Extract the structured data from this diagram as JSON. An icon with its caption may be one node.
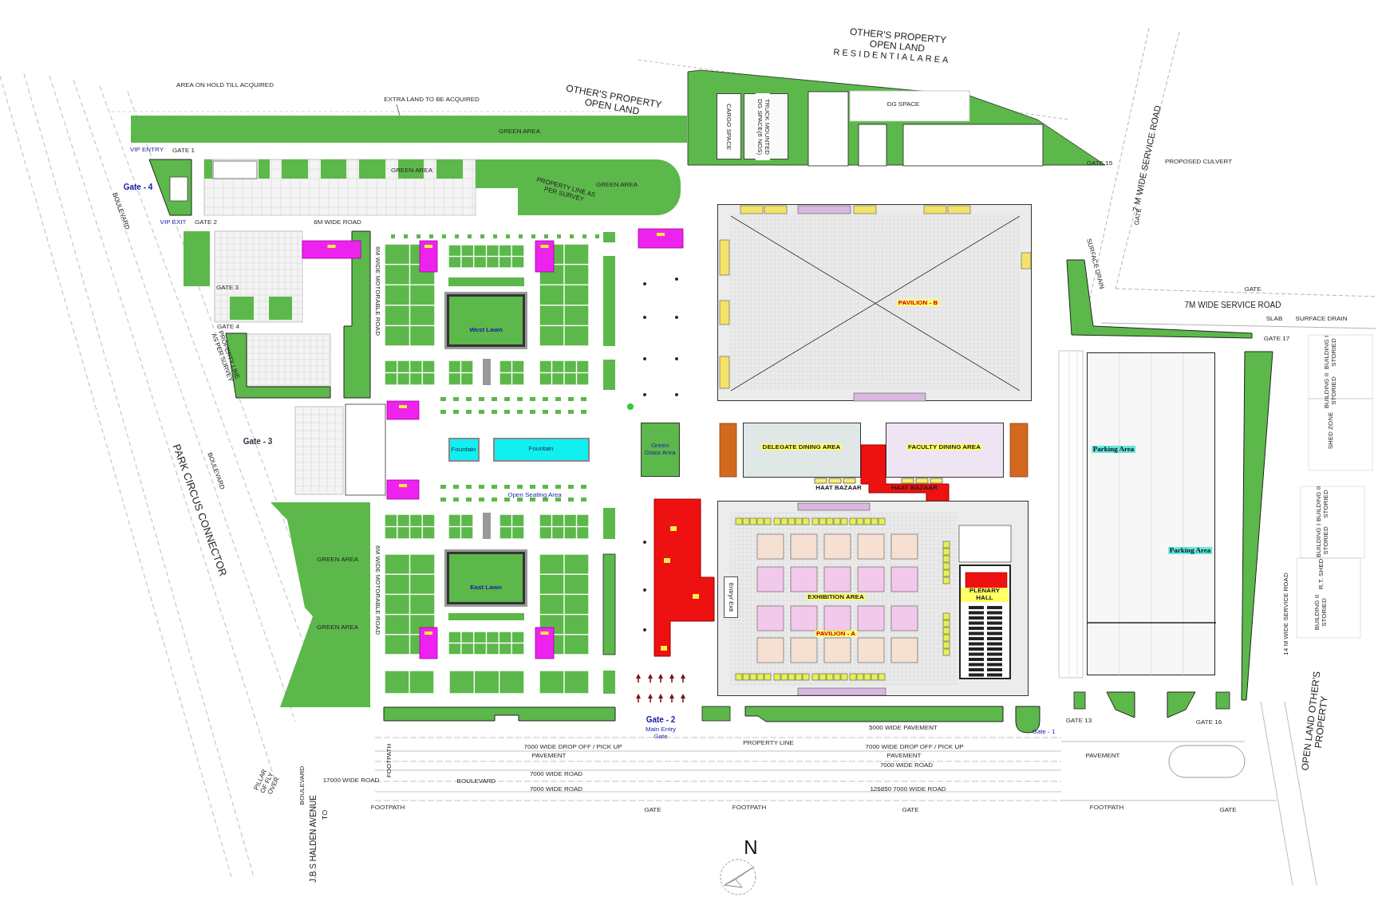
{
  "diagram": {
    "nodes": [
      {
        "text": [
          "GREEN AREA"
        ]
      },
      {
        "text": [
          "EXTRA LAND TO BE ACQUIRED"
        ]
      },
      {
        "text": [
          "CARGO SPACE"
        ]
      },
      {
        "text": [
          "TRUCK MOUNTED DG SPACE(6 NOS)"
        ]
      },
      {
        "text": [
          "DG SPACE"
        ]
      },
      {
        "text": [
          "PROPERTY LINE AS PER SURVEY",
          "GREEN AREA"
        ]
      },
      {
        "text": [
          "West Lawn"
        ]
      },
      {
        "text": [
          "Fountain"
        ]
      },
      {
        "text": [
          "Fountain"
        ]
      },
      {
        "text": [
          "Green Glass Area"
        ]
      },
      {
        "text": [
          "East Lawn"
        ]
      },
      {
        "text": [
          "GREEN AREA",
          "GREEN AREA"
        ]
      },
      {
        "text": [
          "PAVILION - B"
        ]
      },
      {
        "text": [
          "DELEGATE DINING AREA"
        ]
      },
      {
        "text": [
          "FACULTY DINING AREA"
        ]
      },
      {
        "text": [
          "EXHIBITION AREA",
          "PAVILION - A"
        ]
      },
      {
        "text": [
          "PLENARY HALL"
        ],
        "in": 15
      },
      {
        "text": [
          "Entry/ Exit"
        ],
        "in": 15
      },
      {
        "text": [
          "Parking Area",
          "Parking Area"
        ]
      }
    ],
    "edges": [
      {
        "from": 1,
        "to": 0,
        "arrow": "none"
      }
    ],
    "labels": [
      "OTHER'S PROPERTY OPEN LAND",
      "RESIDENTIALAREA",
      "AREA ON HOLD TILL ACQUIRED",
      "OTHER'S PROPERTY OPEN LAND",
      "GREEN AREA",
      "VIP ENTRY",
      "GATE 1",
      "GATE 15",
      "7 M WIDE SERVICE ROAD",
      "PROPOSED CULVERT",
      "Gate - 4",
      "BOULEVARD",
      "VIP EXIT",
      "GATE 2",
      "6M WIDE ROAD",
      "GATE",
      "SURFACE DRAIN",
      "GATE 3",
      "6M WIDE MOTORABLE ROAD",
      "GATE",
      "7M WIDE SERVICE ROAD",
      "SLAB",
      "SURFACE DRAIN",
      "GATE 4",
      "GATE 17",
      "BUILDING I STORIED",
      "PROPERTY LINE AS PER SURVEY",
      "BUILDING II STORIED",
      "SHED ZONE",
      "Gate - 3",
      "BOULEVARD",
      "PARK CIRCUS CONNECTOR",
      "HAAT BAZAAR",
      "HAAT BAZAAR",
      "Open Seating Area",
      "BUILDING II STORIED",
      "BUILDING I STORIED",
      "R.T. SHED",
      "6M WIDE MOTORABLE ROAD",
      "14 M WIDE SERVICE ROAD",
      "BUILDING II STORIED",
      "OPEN LAND OTHER'S PROPERTY",
      "Gate - 2",
      "Main Entry Gate",
      "5000 WIDE PAVEMENT",
      "Gate - 1",
      "GATE 13",
      "GATE 16",
      "PROPERTY LINE",
      "7000 WIDE DROP OFF / PICK UP",
      "7000 WIDE DROP OFF / PICK UP",
      "PAVEMENT",
      "PAVEMENT",
      "PAVEMENT",
      "7000 WIDE ROAD",
      "7000 WIDE ROAD",
      "BOULEVARD",
      "PILLAR OF FLY OVER",
      "BOULEVARD",
      "17000 WIDE ROAD",
      "FOOTPATH",
      "7000 WIDE ROAD",
      "126850 7000 WIDE ROAD",
      "FOOTPATH",
      "FOOTPATH",
      "FOOTPATH",
      "GATE",
      "GATE",
      "GATE",
      "TO",
      "J.B.S HALDEN AVENUE",
      "N"
    ]
  }
}
